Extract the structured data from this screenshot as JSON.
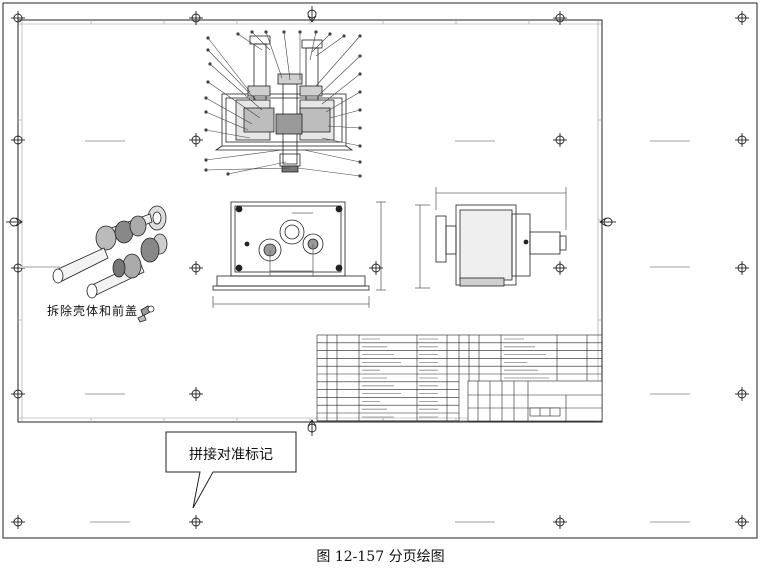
{
  "figure": {
    "caption": "图 12-157 分页绘图"
  },
  "callout": {
    "text": "拼接对准标记"
  },
  "exploded_view": {
    "label": "拆除壳体和前盖"
  },
  "colors": {
    "line": "#222222",
    "paper": "#ffffff",
    "faint": "#bbbbbb"
  }
}
